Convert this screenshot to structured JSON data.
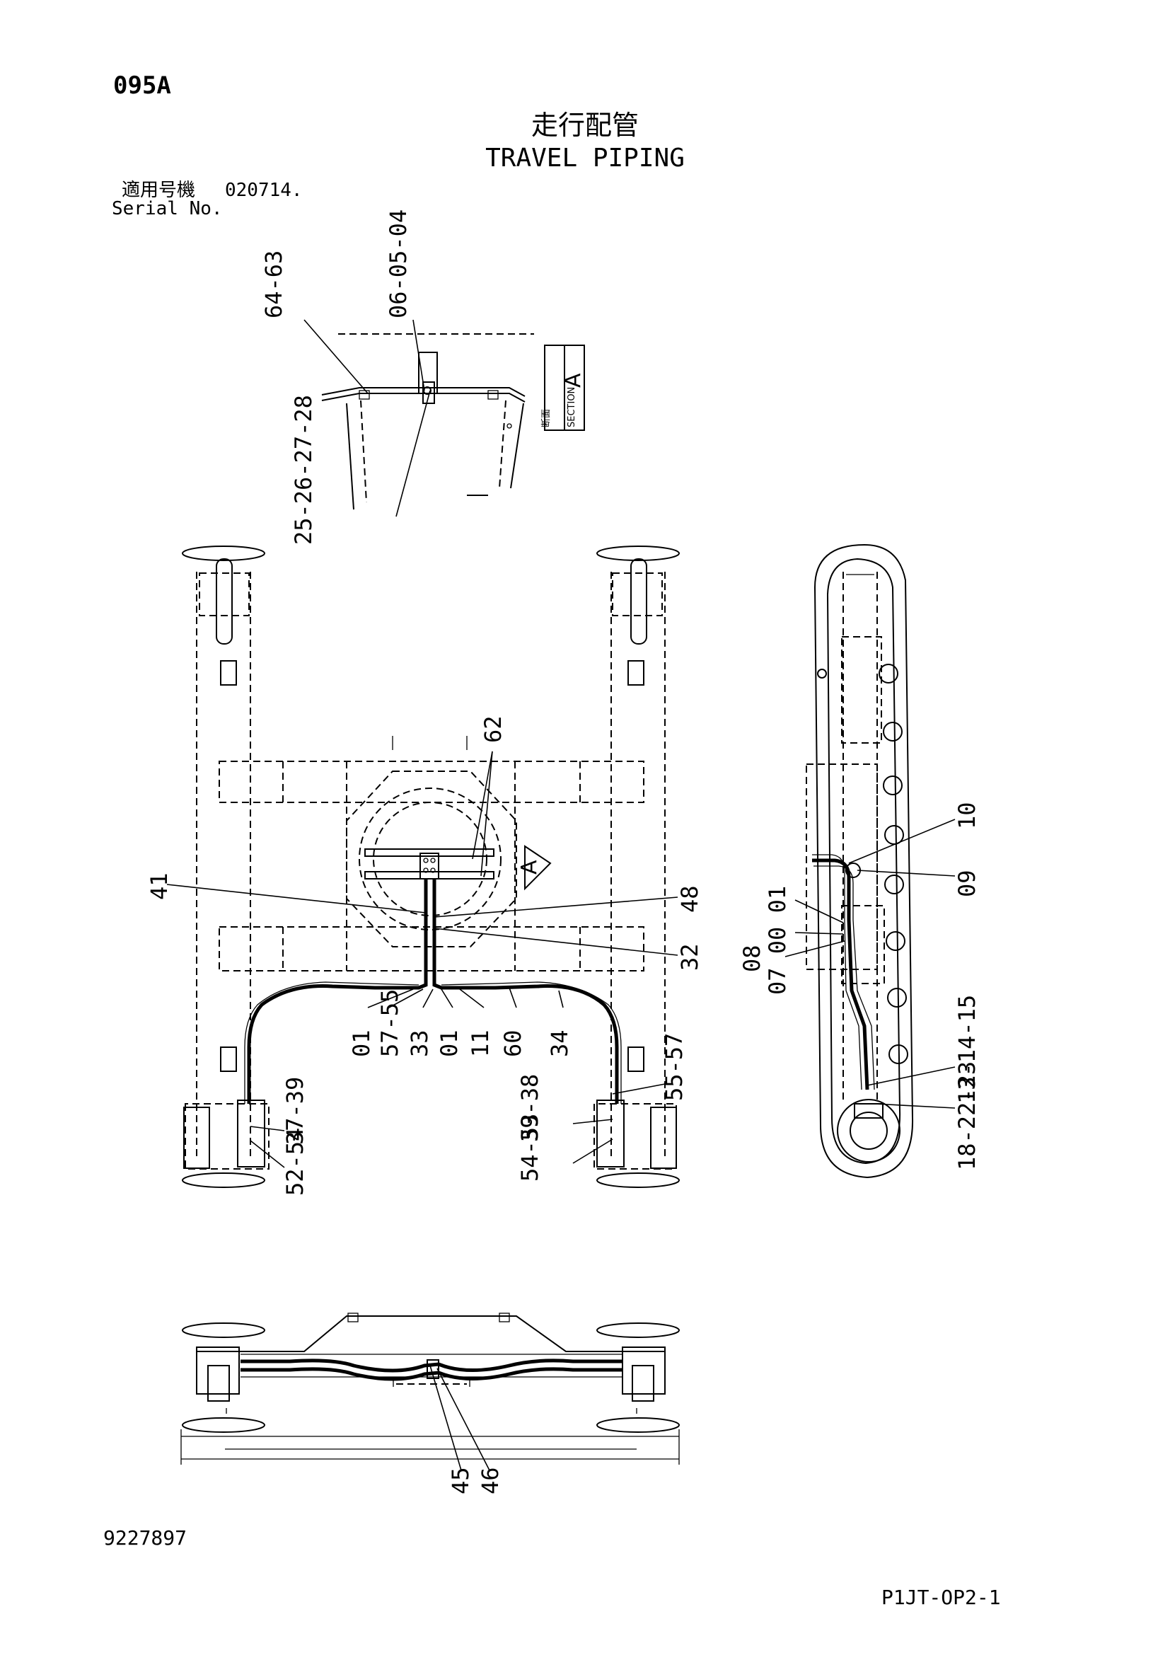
{
  "header": {
    "code": "095A",
    "title_jp": "走行配管",
    "title_en": "TRAVEL PIPING",
    "serial_label_jp": "適用号機",
    "serial_value": "020714.",
    "serial_label_en": "Serial No."
  },
  "section": {
    "label_jp": "断面",
    "label_en": "SECTION",
    "letter": "A",
    "view_marker": "A"
  },
  "callouts": {
    "sec_top": [
      "64-63",
      "06-05-04"
    ],
    "sec_bottom": "25-26-27-28",
    "c62": "62",
    "c41": "41",
    "c48": "48",
    "c32": "32",
    "bottom_row": [
      "01",
      "57-55",
      "33",
      "01",
      "11",
      "60",
      "34"
    ],
    "c37": "37-39",
    "c52": "52-54",
    "c55r": "55-57",
    "c39r": "39-38",
    "c54r": "54-53",
    "c10": "10",
    "c09": "09",
    "c070001": "07 00 01",
    "c08": "08",
    "c13": "13-14-15",
    "c18": "18-22-23",
    "c45": "45",
    "c46": "46"
  },
  "footer": {
    "part_number": "9227897",
    "sheet_id": "P1JT-OP2-1"
  }
}
